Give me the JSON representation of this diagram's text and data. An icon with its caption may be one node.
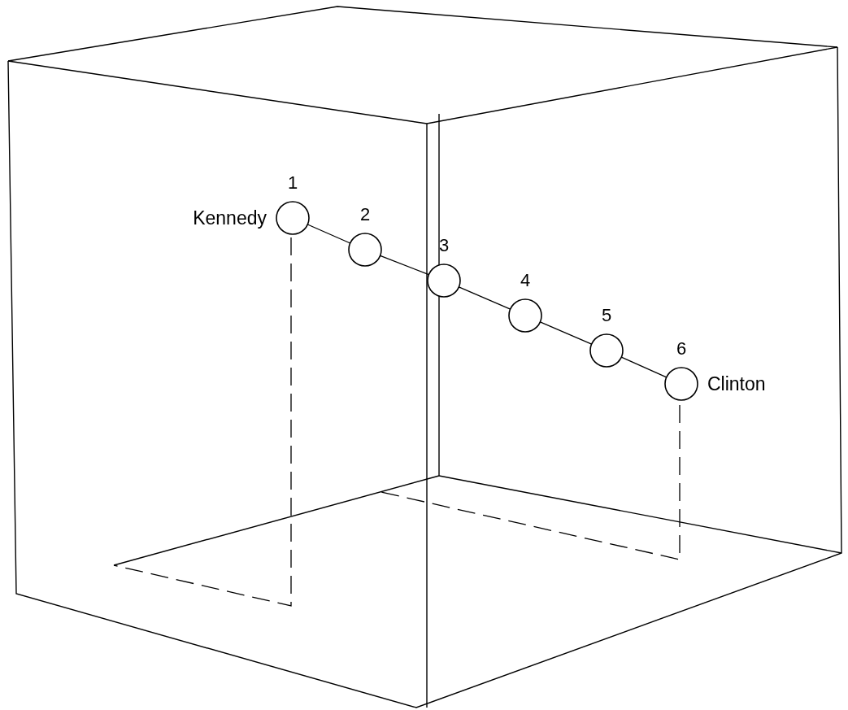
{
  "diagram": {
    "nodes": [
      {
        "text": [
          "1"
        ],
        "beside": [
          "Kennedy"
        ]
      },
      {
        "text": [
          "2"
        ]
      },
      {
        "text": [
          "3"
        ]
      },
      {
        "text": [
          "4"
        ]
      },
      {
        "text": [
          "5"
        ]
      },
      {
        "text": [
          "6"
        ],
        "beside": [
          "Clinton"
        ]
      }
    ],
    "edges": [
      {
        "from": 0,
        "to": 1,
        "arrow": "none"
      },
      {
        "from": 1,
        "to": 2,
        "arrow": "none"
      },
      {
        "from": 2,
        "to": 3,
        "arrow": "none"
      },
      {
        "from": 3,
        "to": 4,
        "arrow": "none"
      },
      {
        "from": 4,
        "to": 5,
        "arrow": "none"
      }
    ]
  }
}
